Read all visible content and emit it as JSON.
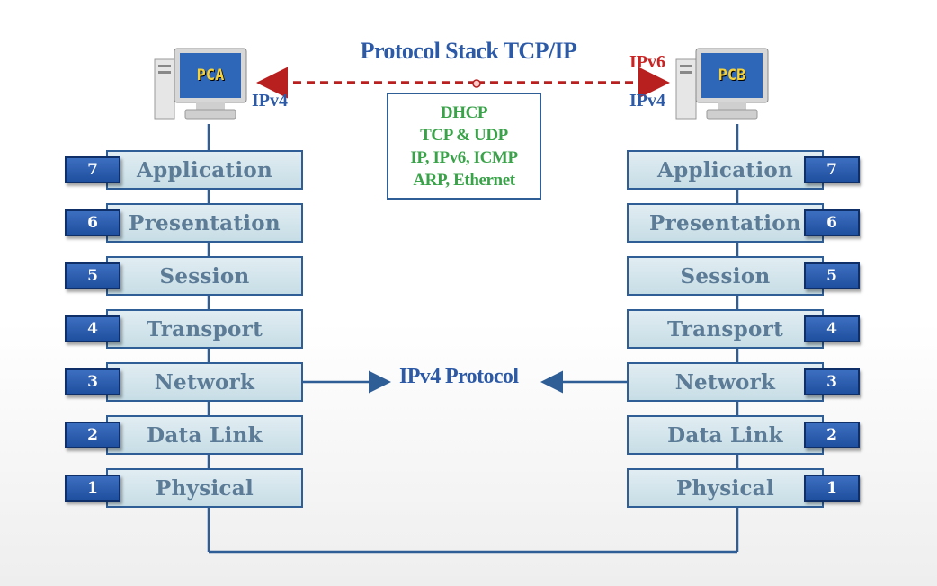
{
  "title": "Protocol Stack TCP/IP",
  "pc_left": {
    "name": "PCA",
    "ip_label": "IPv4"
  },
  "pc_right": {
    "name": "PCB",
    "ip_top": "IPv6",
    "ip_bottom": "IPv4"
  },
  "protocol_box": [
    "DHCP",
    "TCP & UDP",
    "IP, IPv6, ICMP",
    "ARP, Ethernet"
  ],
  "center_label": "IPv4 Protocol",
  "layers": [
    {
      "number": "7",
      "name": "Application"
    },
    {
      "number": "6",
      "name": "Presentation"
    },
    {
      "number": "5",
      "name": "Session"
    },
    {
      "number": "4",
      "name": "Transport"
    },
    {
      "number": "3",
      "name": "Network"
    },
    {
      "number": "2",
      "name": "Data Link"
    },
    {
      "number": "1",
      "name": "Physical"
    }
  ],
  "colors": {
    "title_blue": "#2d5aa6",
    "protocol_green": "#3aa34a",
    "ipv6_red": "#cc2222",
    "dashed_arrow": "#b82020",
    "connector_blue": "#2f5d95"
  }
}
